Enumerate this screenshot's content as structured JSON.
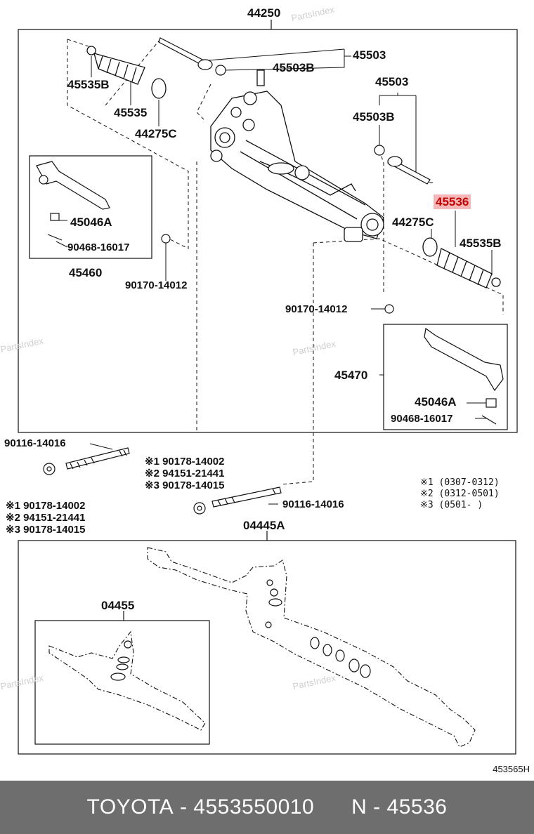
{
  "watermark": "PartsIndex",
  "assembly_label": "44250",
  "kit_label": "04445A",
  "sub_kit_label": "04455",
  "diagram_code": "453565H",
  "parts": {
    "p45503_top": "45503",
    "p45503B_top": "45503B",
    "p45535B_top": "45535B",
    "p45535": "45535",
    "p44275C_left": "44275C",
    "p45503_right": "45503",
    "p45503B_right": "45503B",
    "p45536": "45536",
    "p44275C_right": "44275C",
    "p45535B_right": "45535B",
    "p45046A_left": "45046A",
    "p90468_left": "90468-16017",
    "p45460": "45460",
    "p90170_left": "90170-14012",
    "p90170_right": "90170-14012",
    "p45470": "45470",
    "p45046A_right": "45046A",
    "p90468_right": "90468-16017",
    "p90116_left": "90116-14016",
    "p90116_right": "90116-14016"
  },
  "variants_center": [
    "※1 90178-14002",
    "※2 94151-21441",
    "※3 90178-14015"
  ],
  "variants_left": [
    "※1 90178-14002",
    "※2 94151-21441",
    "※3 90178-14015"
  ],
  "notes": [
    "※1 (0307-0312)",
    "※2 (0312-0501)",
    "※3 (0501-      )"
  ],
  "footer": {
    "brand": "TOYOTA",
    "sep1": " - ",
    "part_number": "4553550010",
    "gap": "      ",
    "n_label": "N",
    "sep2": " - ",
    "ref": "45536"
  },
  "highlight_color": "#c20000"
}
